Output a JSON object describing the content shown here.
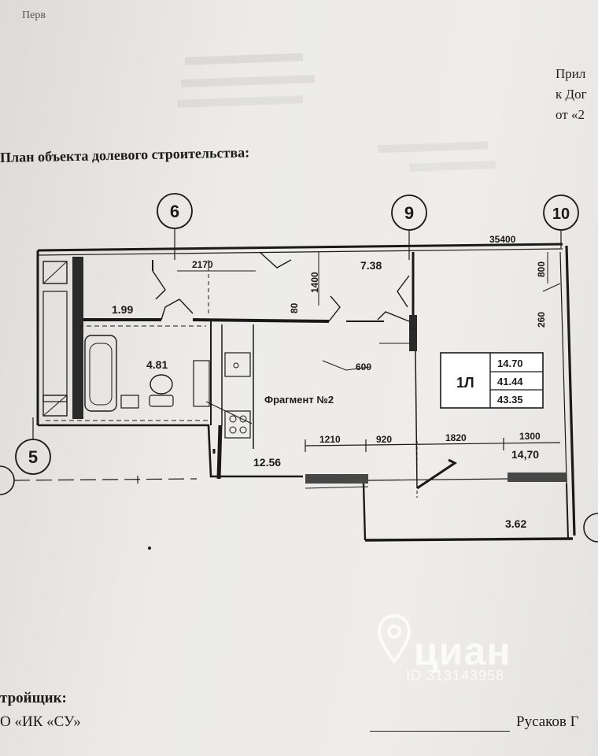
{
  "header": {
    "corner_text": "Перв",
    "appendix_lines": [
      "Прил",
      "к Дог",
      "от «2"
    ]
  },
  "section_title": "План объекта долевого строительства:",
  "plan": {
    "axes": [
      {
        "id": "axis-6",
        "label": "6"
      },
      {
        "id": "axis-9",
        "label": "9"
      },
      {
        "id": "axis-10",
        "label": "10"
      },
      {
        "id": "axis-5",
        "label": "5"
      }
    ],
    "dimensions": {
      "overall": "35400",
      "corridor_width": "2170",
      "wall_1400": "1400",
      "wall_80": "80",
      "right_800": "800",
      "right_260": "260",
      "niche_600": "600",
      "balcony_1210": "1210",
      "balcony_920": "920",
      "balcony_1820": "1820",
      "balcony_1300": "1300"
    },
    "room_areas": {
      "hall": "1.99",
      "corridor": "7.38",
      "bathroom": "4.81",
      "kitchen": "12.56",
      "living": "14.70",
      "balcony_top": "14,70",
      "loggia": "3.62"
    },
    "fragment_label": "Фрагмент №2",
    "apartment": {
      "type": "1Л",
      "values": [
        "14.70",
        "41.44",
        "43.35"
      ]
    }
  },
  "footer": {
    "builder_label": "тройщик:",
    "company": "О «ИК «СУ»",
    "signatory": "Русаков Г"
  },
  "watermark": {
    "brand": "циан",
    "id": "ID 313143958"
  }
}
